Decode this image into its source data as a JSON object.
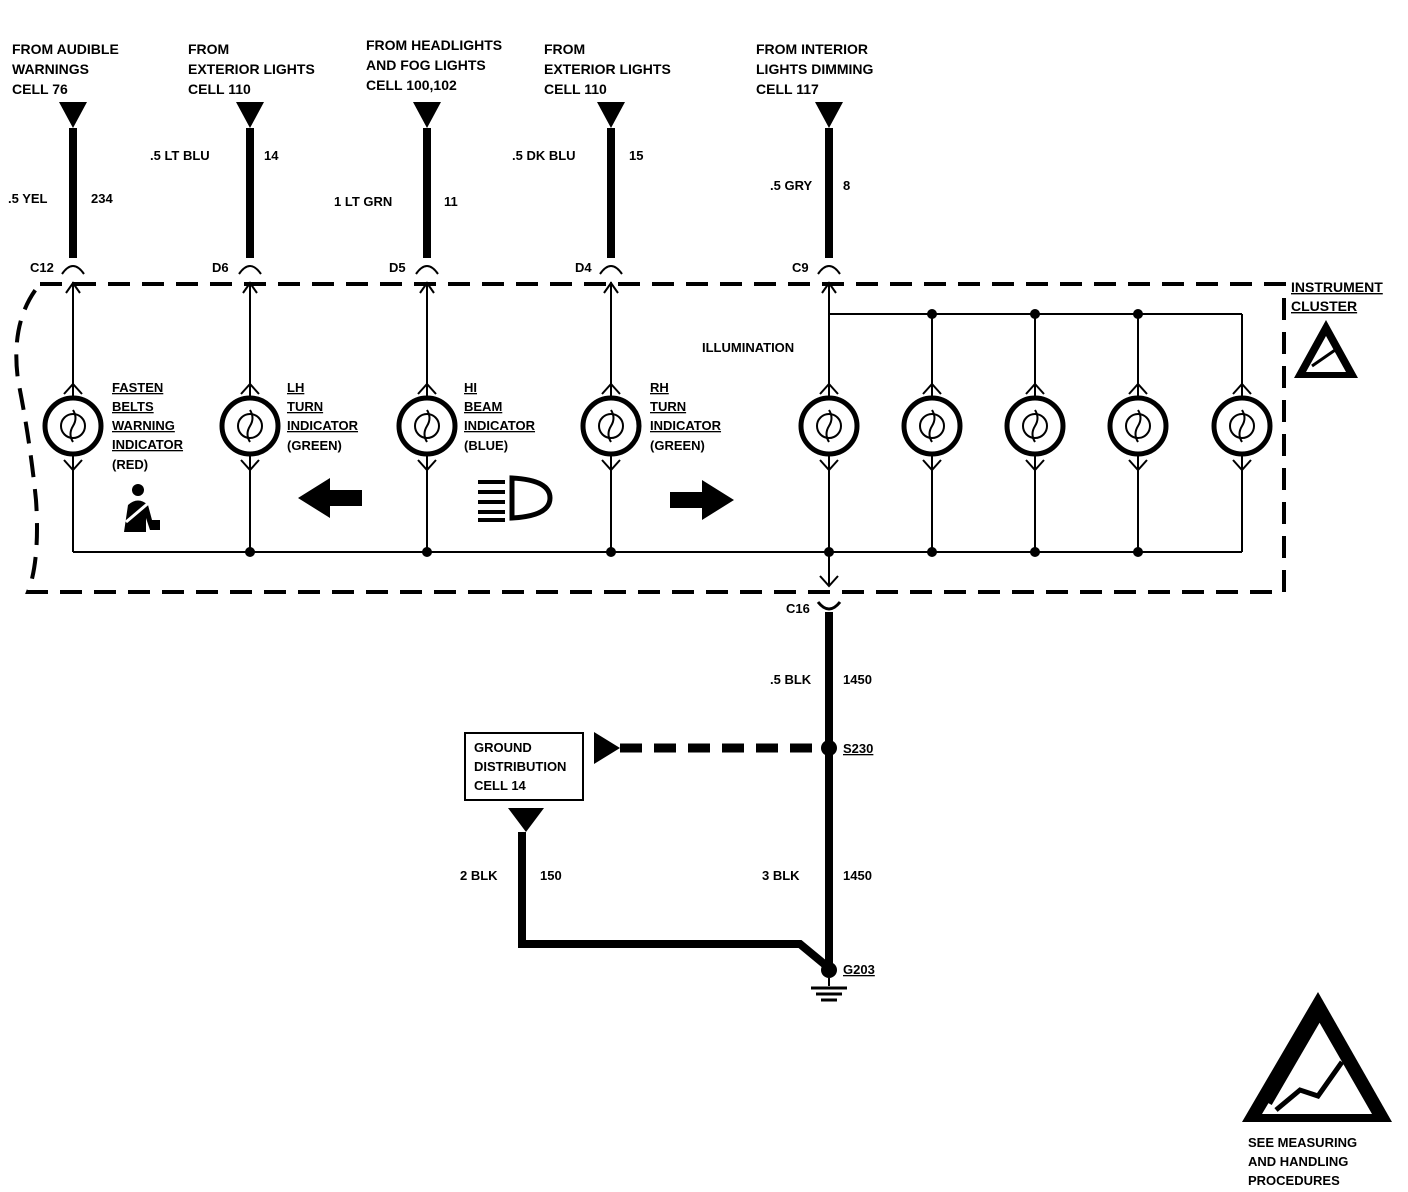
{
  "sources": [
    {
      "lines": [
        "FROM AUDIBLE",
        "WARNINGS",
        "CELL  76"
      ],
      "wire_size_color": ".5 YEL",
      "circuit": "234",
      "connector": "C12"
    },
    {
      "lines": [
        "FROM",
        "EXTERIOR LIGHTS",
        "CELL  110"
      ],
      "wire_size_color": ".5 LT BLU",
      "circuit": "14",
      "connector": "D6"
    },
    {
      "lines": [
        "FROM HEADLIGHTS",
        "AND FOG LIGHTS",
        "CELL  100,102"
      ],
      "wire_size_color": "1 LT GRN",
      "circuit": "11",
      "connector": "D5"
    },
    {
      "lines": [
        "FROM",
        "EXTERIOR LIGHTS",
        "CELL  110"
      ],
      "wire_size_color": ".5 DK BLU",
      "circuit": "15",
      "connector": "D4"
    },
    {
      "lines": [
        "FROM INTERIOR",
        "LIGHTS DIMMING",
        "CELL  117"
      ],
      "wire_size_color": ".5 GRY",
      "circuit": "8",
      "connector": "C9"
    }
  ],
  "indicators": [
    {
      "lines": [
        "FASTEN",
        "BELTS",
        "WARNING",
        "INDICATOR",
        "(RED)"
      ],
      "symbol": "seatbelt-icon"
    },
    {
      "lines": [
        "LH",
        "TURN",
        "INDICATOR",
        "(GREEN)"
      ],
      "symbol": "arrow-left-icon"
    },
    {
      "lines": [
        "HI",
        "BEAM",
        "INDICATOR",
        "(BLUE)"
      ],
      "symbol": "high-beam-icon"
    },
    {
      "lines": [
        "RH",
        "TURN",
        "INDICATOR",
        "(GREEN)"
      ],
      "symbol": "arrow-right-icon"
    }
  ],
  "illumination_label": "ILLUMINATION",
  "illumination_bulb_count": 5,
  "cluster_label": [
    "INSTRUMENT",
    "CLUSTER"
  ],
  "ground_path": {
    "connector": "C16",
    "upper_wire": {
      "size_color": ".5 BLK",
      "circuit": "1450"
    },
    "splice": "S230",
    "ground_distribution": [
      "GROUND",
      "DISTRIBUTION",
      "CELL  14"
    ],
    "left_wire": {
      "size_color": "2 BLK",
      "circuit": "150"
    },
    "lower_wire": {
      "size_color": "3 BLK",
      "circuit": "1450"
    },
    "ground": "G203"
  },
  "esd_notice": [
    "SEE MEASURING",
    "AND HANDLING",
    "PROCEDURES"
  ]
}
